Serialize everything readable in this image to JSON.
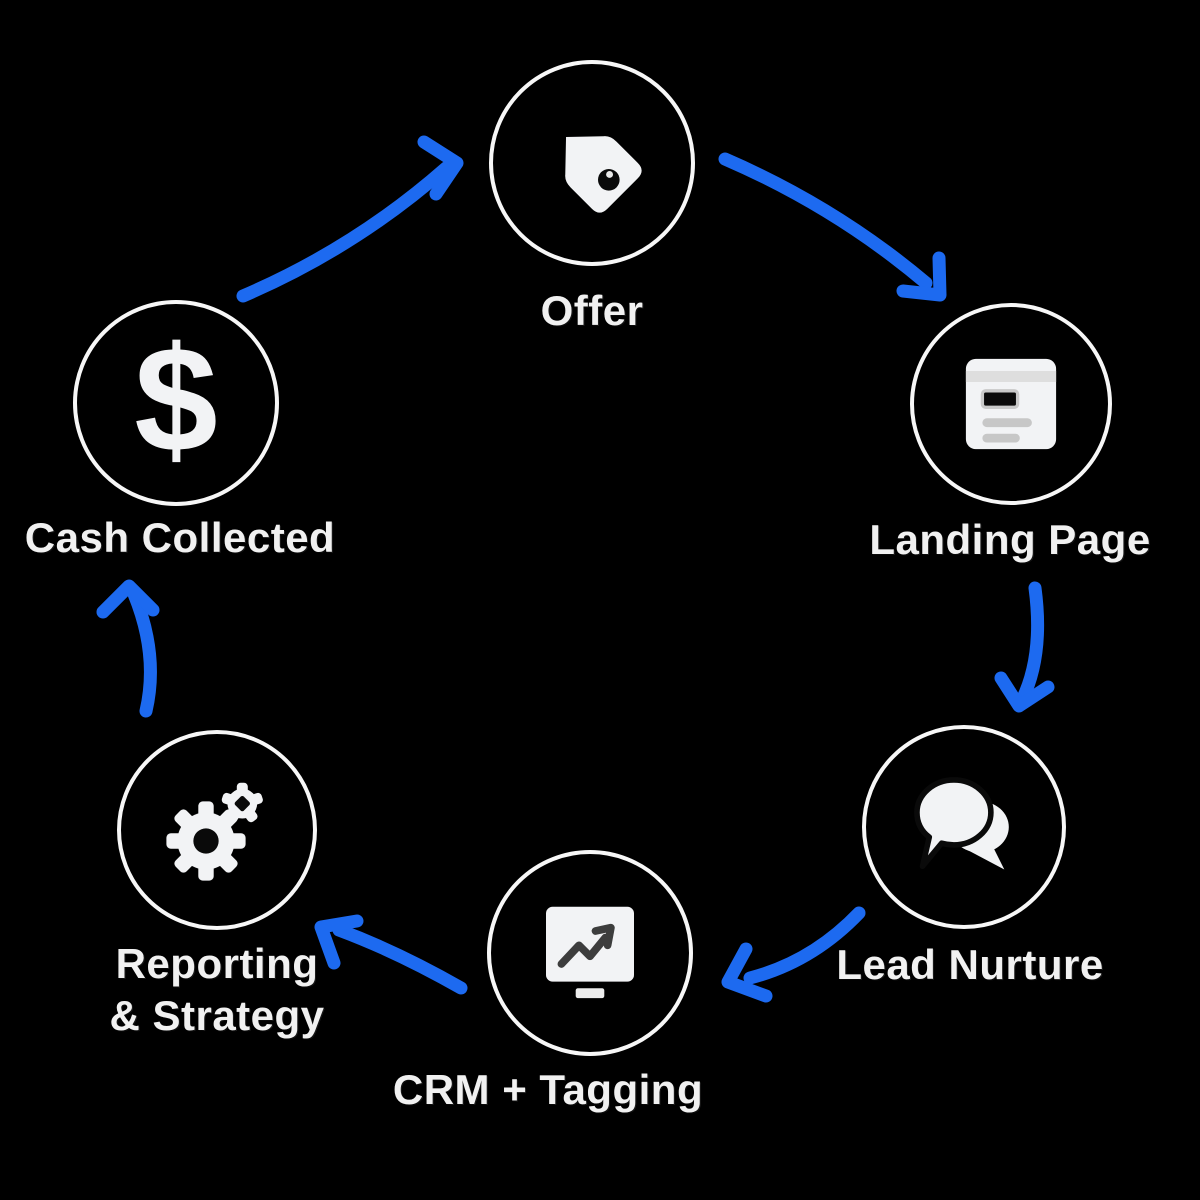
{
  "colors": {
    "background": "#000000",
    "arrow_blue": "#1d6af0",
    "ring_white": "#f7f7f7",
    "icon_white": "#f2f3f5",
    "label_white": "#f1f1f1"
  },
  "diagram": {
    "type": "circular-flow",
    "dollar_glyph": "$",
    "nodes": [
      {
        "id": "offer",
        "label": "Offer",
        "icon": "tag-icon"
      },
      {
        "id": "landing-page",
        "label": "Landing Page",
        "icon": "browser-window-icon"
      },
      {
        "id": "lead-nurture",
        "label": "Lead Nurture",
        "icon": "chat-bubbles-icon"
      },
      {
        "id": "crm-tagging",
        "label": "CRM + Tagging",
        "icon": "monitor-chart-icon"
      },
      {
        "id": "reporting-strategy",
        "label": "Reporting & Strategy",
        "label_line1": "Reporting",
        "label_line2": "& Strategy",
        "icon": "gears-icon"
      },
      {
        "id": "cash-collected",
        "label": "Cash Collected",
        "icon": "dollar-sign-icon"
      }
    ],
    "flow_order": [
      "Offer",
      "Landing Page",
      "Lead Nurture",
      "CRM + Tagging",
      "Reporting & Strategy",
      "Cash Collected"
    ]
  }
}
